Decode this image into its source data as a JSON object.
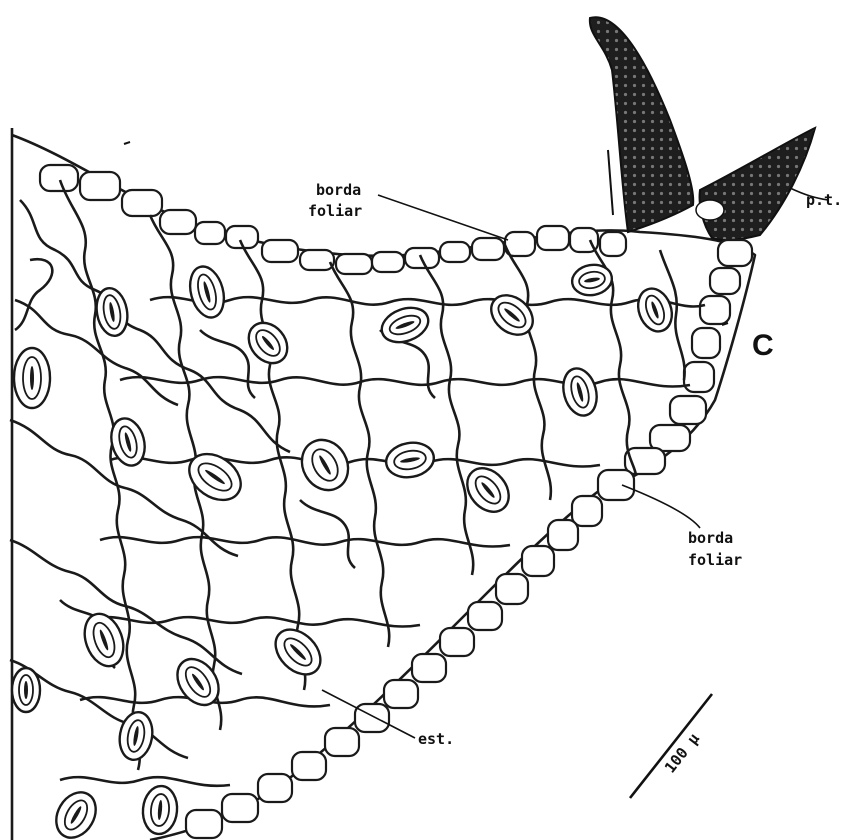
{
  "figure": {
    "panel_letter": "C",
    "labels": {
      "margin_top_line1": "borda",
      "margin_top_line2": "foliar",
      "margin_right_line1": "borda",
      "margin_right_line2": "foliar",
      "trichome": "p.t.",
      "stomata": "est."
    },
    "scale_bar_label": "100 µ",
    "colors": {
      "ink": "#1a1a1a",
      "background": "#ffffff",
      "trichome_fill": "#2a2a2a"
    }
  }
}
